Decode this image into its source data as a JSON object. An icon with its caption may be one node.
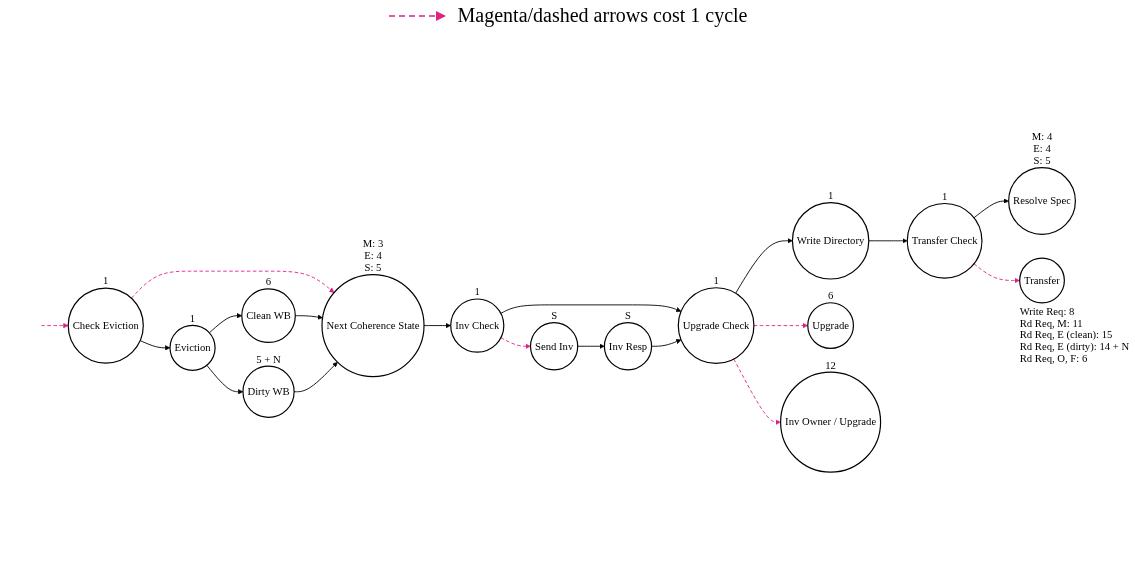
{
  "diagram": {
    "nodes": [
      {
        "text": [
          "Check Eviction"
        ],
        "beside": [
          "1"
        ]
      },
      {
        "text": [
          "Next Coherence State"
        ],
        "beside": [
          "M: 3",
          "E: 4",
          "S: 5"
        ]
      },
      {
        "text": [
          "Inv Check"
        ],
        "beside": [
          "1"
        ]
      },
      {
        "text": [
          "Upgrade Check"
        ],
        "beside": [
          "1"
        ]
      },
      {
        "text": [
          "Write Directory"
        ],
        "beside": [
          "1"
        ]
      },
      {
        "text": [
          "Transfer Check"
        ],
        "beside": [
          "1"
        ]
      },
      {
        "text": [
          "Resolve Spec"
        ],
        "beside": [
          "M: 4",
          "E: 4",
          "S: 5"
        ]
      },
      {
        "text": [
          "Eviction"
        ],
        "beside": [
          "1"
        ]
      },
      {
        "text": [
          "Send Inv"
        ],
        "beside": [
          "S"
        ]
      },
      {
        "text": [
          "Upgrade"
        ],
        "beside": [
          "6"
        ]
      },
      {
        "text": [
          "Inv Owner / Upgrade"
        ],
        "beside": [
          "12"
        ]
      },
      {
        "text": [
          "Transfer"
        ],
        "beside": [
          "Write Req: 8",
          "Rd Req, M: 11",
          "Rd Req, E (clean): 15",
          "Rd Req, E (dirty): 14 + N",
          "Rd Req, O, F: 6"
        ]
      },
      {
        "text": [
          "Clean WB"
        ],
        "beside": [
          "6"
        ]
      },
      {
        "text": [
          "Dirty WB"
        ],
        "beside": [
          "5 + N"
        ]
      },
      {
        "text": [
          "Inv Resp"
        ],
        "beside": [
          "S"
        ]
      }
    ],
    "edges": [
      {
        "from": null,
        "to": 0,
        "arrow": "to",
        "style": "dashed",
        "color": "#e0218a"
      },
      {
        "from": 0,
        "to": 1,
        "arrow": "to",
        "style": "dashed",
        "color": "#e0218a"
      },
      {
        "from": 1,
        "to": 2,
        "arrow": "to"
      },
      {
        "from": 2,
        "to": 3,
        "arrow": "to"
      },
      {
        "from": 3,
        "to": 4,
        "arrow": "to"
      },
      {
        "from": 4,
        "to": 5,
        "arrow": "to"
      },
      {
        "from": 5,
        "to": 6,
        "arrow": "to"
      },
      {
        "from": 0,
        "to": 7,
        "arrow": "to"
      },
      {
        "from": 7,
        "to": 12,
        "arrow": "to"
      },
      {
        "from": 7,
        "to": 13,
        "arrow": "to"
      },
      {
        "from": 12,
        "to": 1,
        "arrow": "to"
      },
      {
        "from": 13,
        "to": 1,
        "arrow": "to"
      },
      {
        "from": 2,
        "to": 8,
        "arrow": "to",
        "style": "dashed",
        "color": "#e0218a"
      },
      {
        "from": 8,
        "to": 14,
        "arrow": "to"
      },
      {
        "from": 14,
        "to": 3,
        "arrow": "to"
      },
      {
        "from": 3,
        "to": 9,
        "arrow": "to",
        "style": "dashed",
        "color": "#e0218a"
      },
      {
        "from": 3,
        "to": 10,
        "arrow": "to",
        "style": "dashed",
        "color": "#e0218a"
      },
      {
        "from": 5,
        "to": 11,
        "arrow": "to",
        "style": "dashed",
        "color": "#e0218a"
      }
    ],
    "legend": [
      {
        "text": "Magenta/dashed arrows cost 1 cycle"
      }
    ]
  }
}
